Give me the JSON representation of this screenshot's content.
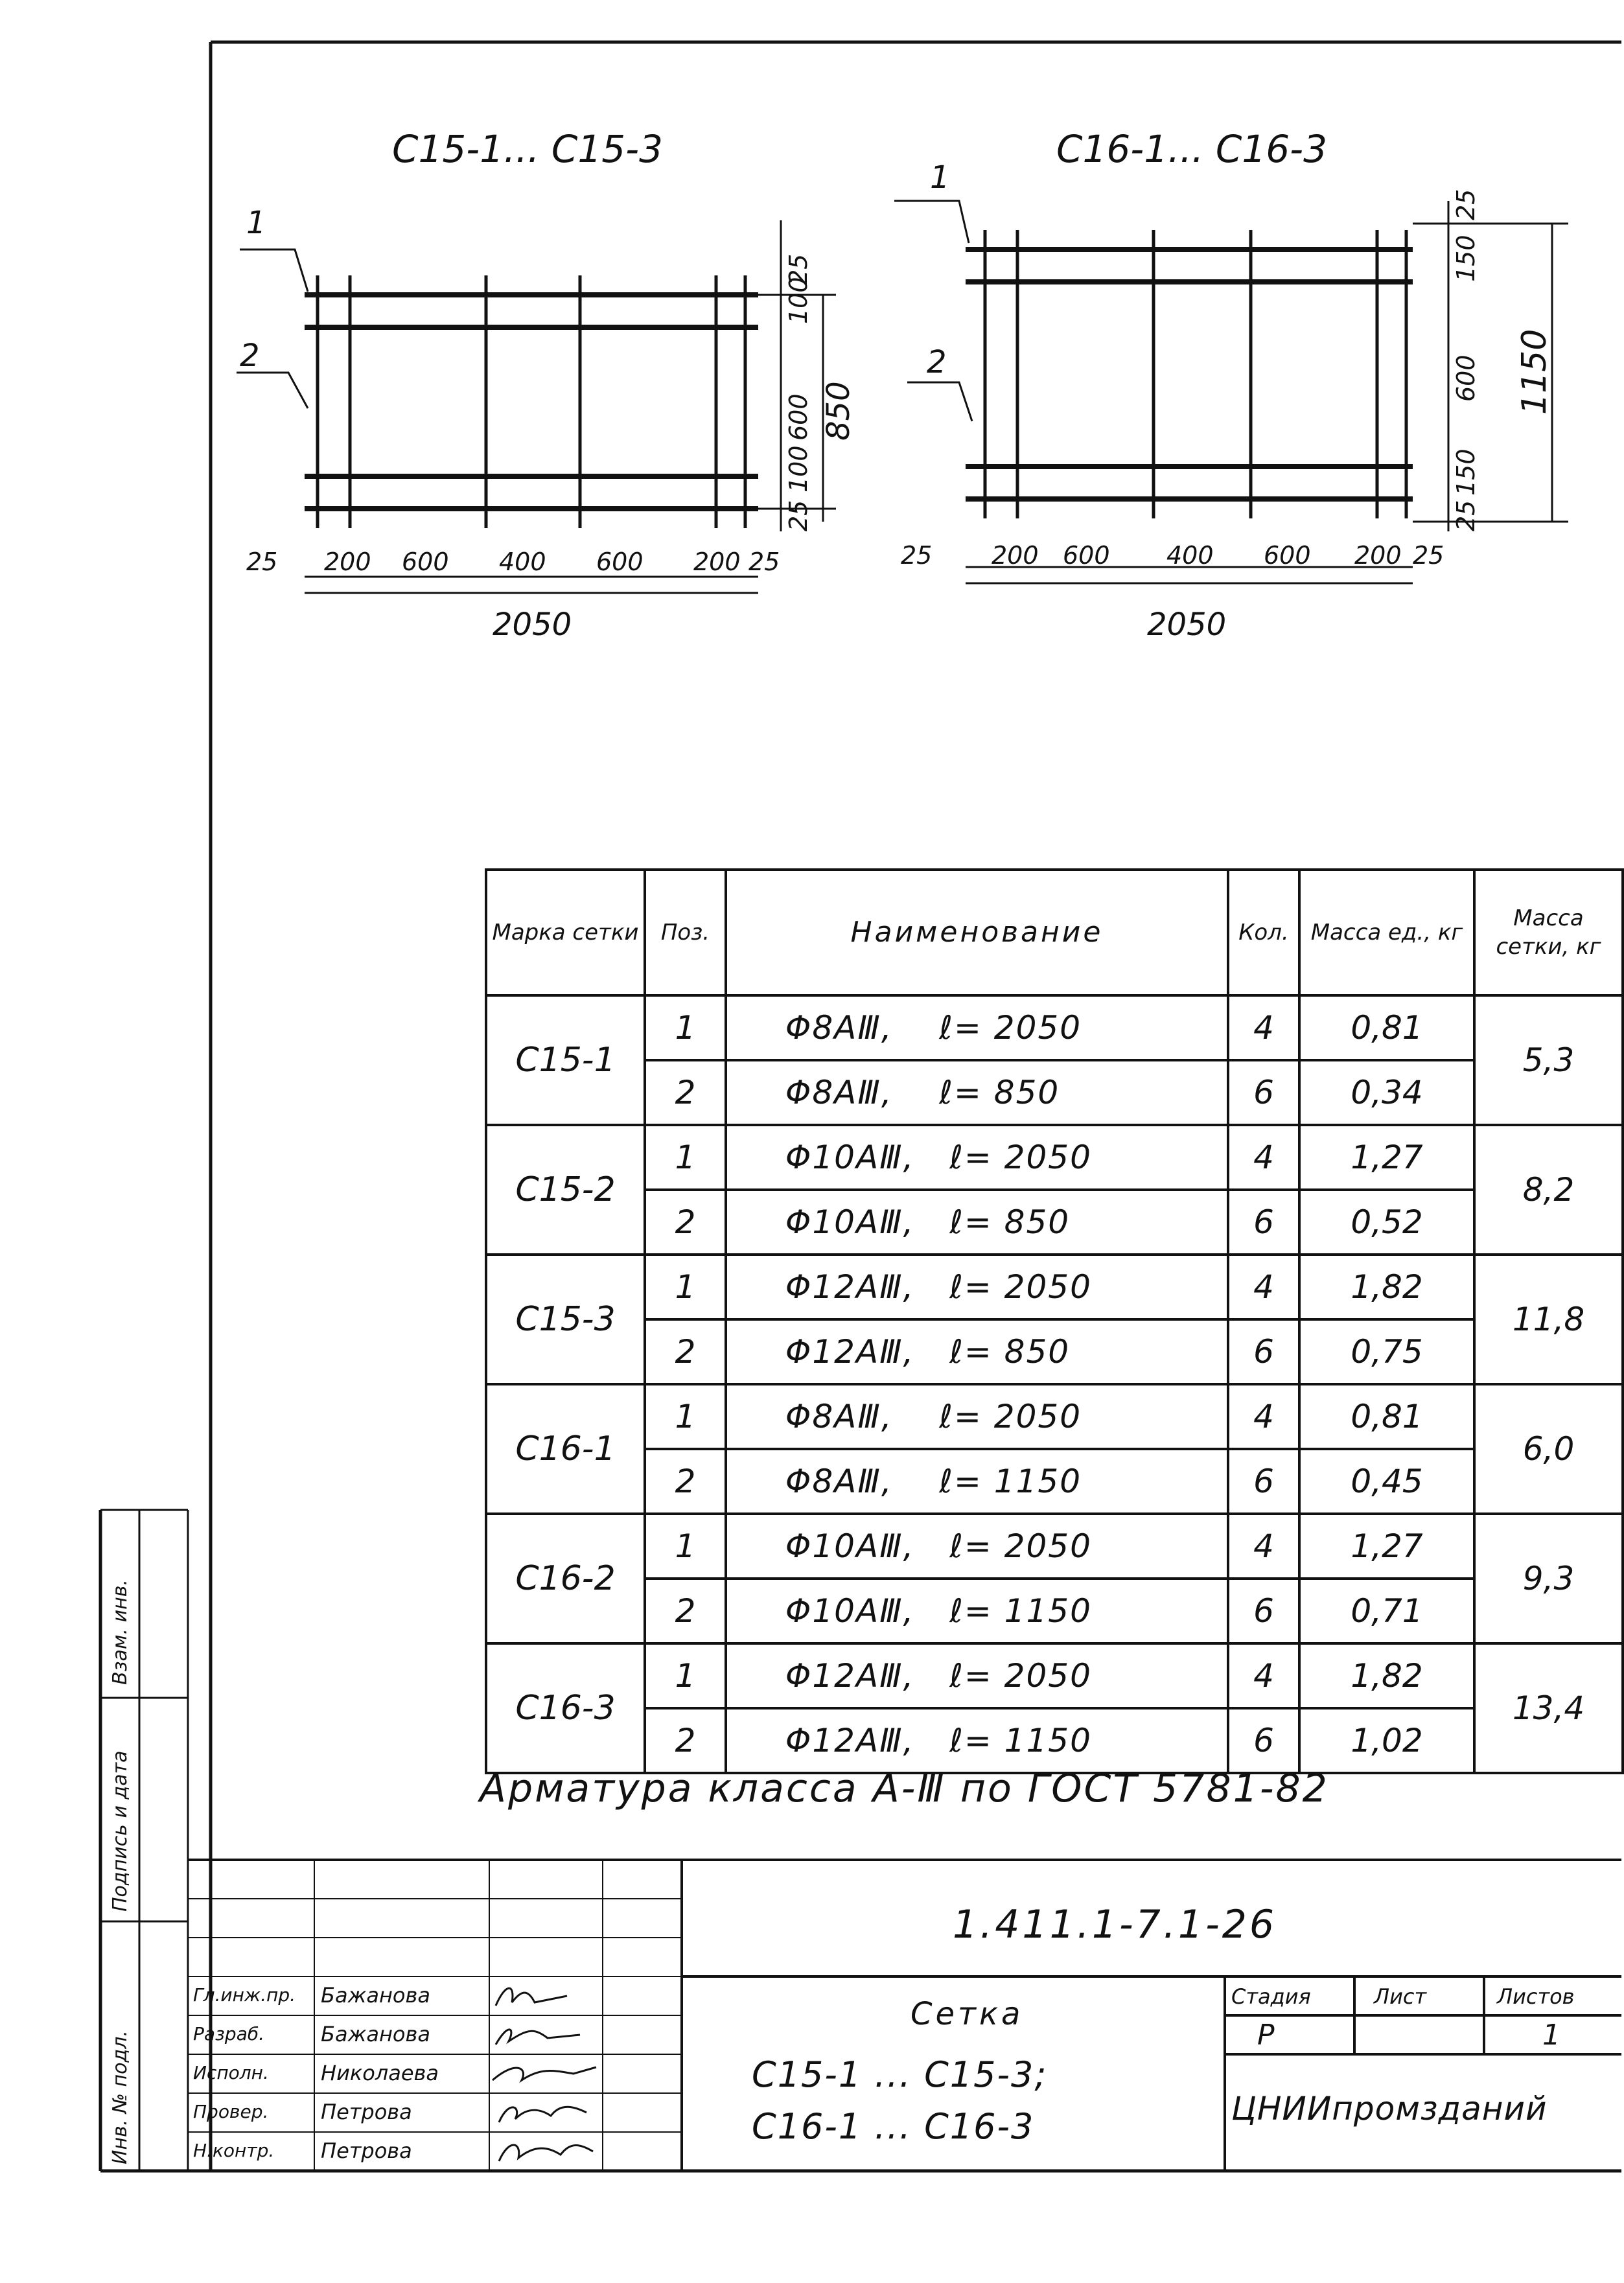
{
  "drawings": {
    "left": {
      "title": "С15-1... С15-3",
      "position_labels": [
        "1",
        "2"
      ],
      "bottom_dims": [
        "25",
        "200",
        "600",
        "400",
        "600",
        "200",
        "25"
      ],
      "total_width": "2050",
      "right_dims": [
        "25",
        "100",
        "600",
        "100",
        "25"
      ],
      "total_height": "850"
    },
    "right": {
      "title": "С16-1... С16-3",
      "position_labels": [
        "1",
        "2"
      ],
      "bottom_dims": [
        "25",
        "200",
        "600",
        "400",
        "600",
        "200",
        "25"
      ],
      "total_width": "2050",
      "right_dims": [
        "25",
        "150",
        "600",
        "150",
        "25"
      ],
      "total_height": "1150"
    }
  },
  "table": {
    "headers": [
      "Марка сетки",
      "Поз.",
      "Наименование",
      "Кол.",
      "Масса ед., кг",
      "Масса сетки, кг"
    ],
    "groups": [
      {
        "mark": "С15-1",
        "mass": "5,3",
        "rows": [
          {
            "pos": "1",
            "name": "Φ8АⅢ,    ℓ= 2050",
            "qty": "4",
            "unit_mass": "0,81"
          },
          {
            "pos": "2",
            "name": "Φ8АⅢ,    ℓ= 850",
            "qty": "6",
            "unit_mass": "0,34"
          }
        ]
      },
      {
        "mark": "С15-2",
        "mass": "8,2",
        "rows": [
          {
            "pos": "1",
            "name": "Φ10АⅢ,   ℓ= 2050",
            "qty": "4",
            "unit_mass": "1,27"
          },
          {
            "pos": "2",
            "name": "Φ10АⅢ,   ℓ= 850",
            "qty": "6",
            "unit_mass": "0,52"
          }
        ]
      },
      {
        "mark": "С15-3",
        "mass": "11,8",
        "rows": [
          {
            "pos": "1",
            "name": "Φ12АⅢ,   ℓ= 2050",
            "qty": "4",
            "unit_mass": "1,82"
          },
          {
            "pos": "2",
            "name": "Φ12АⅢ,   ℓ= 850",
            "qty": "6",
            "unit_mass": "0,75"
          }
        ]
      },
      {
        "mark": "С16-1",
        "mass": "6,0",
        "rows": [
          {
            "pos": "1",
            "name": "Φ8АⅢ,    ℓ= 2050",
            "qty": "4",
            "unit_mass": "0,81"
          },
          {
            "pos": "2",
            "name": "Φ8АⅢ,    ℓ= 1150",
            "qty": "6",
            "unit_mass": "0,45"
          }
        ]
      },
      {
        "mark": "С16-2",
        "mass": "9,3",
        "rows": [
          {
            "pos": "1",
            "name": "Φ10АⅢ,   ℓ= 2050",
            "qty": "4",
            "unit_mass": "1,27"
          },
          {
            "pos": "2",
            "name": "Φ10АⅢ,   ℓ= 1150",
            "qty": "6",
            "unit_mass": "0,71"
          }
        ]
      },
      {
        "mark": "С16-3",
        "mass": "13,4",
        "rows": [
          {
            "pos": "1",
            "name": "Φ12АⅢ,   ℓ= 2050",
            "qty": "4",
            "unit_mass": "1,82"
          },
          {
            "pos": "2",
            "name": "Φ12АⅢ,   ℓ= 1150",
            "qty": "6",
            "unit_mass": "1,02"
          }
        ]
      }
    ],
    "caption": "Арматура класса А-Ⅲ по ГОСТ 5781-82"
  },
  "title_block": {
    "doc_code": "1.411.1-7.1-26",
    "roles": [
      "Гл.инж.пр.",
      "Разраб.",
      "Исполн.",
      "Провер.",
      "Н.контр."
    ],
    "names": [
      "Бажанова",
      "Бажанова",
      "Николаева",
      "Петрова",
      "Петрова"
    ],
    "name_title": "Сетка",
    "name_line1": "С15-1 ... С15-3;",
    "name_line2": "С16-1 ... С16-3",
    "stage_header": "Стадия",
    "sheet_header": "Лист",
    "sheets_header": "Листов",
    "stage": "Р",
    "sheets": "1",
    "organization": "ЦНИИпромзданий"
  },
  "side_labels": [
    "Инв. № подл.",
    "Подпись и дата",
    "Взам. инв."
  ]
}
